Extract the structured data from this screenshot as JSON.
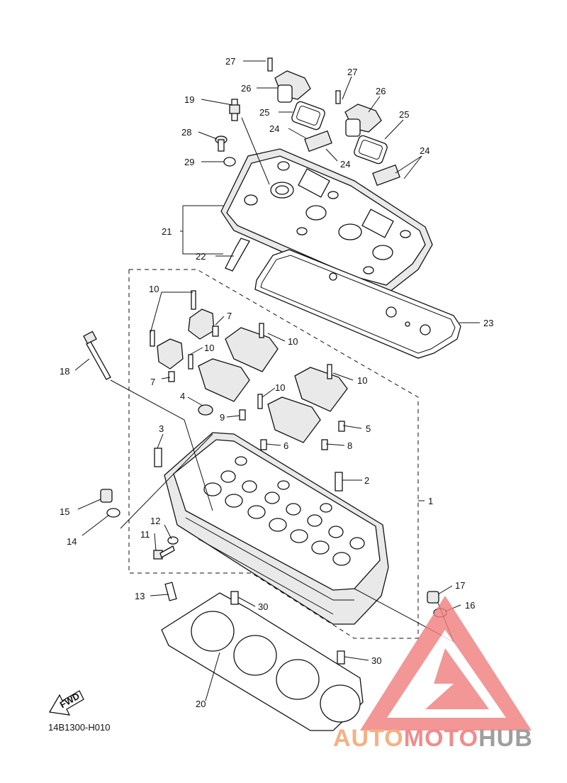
{
  "diagram_code": "14B1300-H010",
  "fwd_label": "FWD",
  "logo": {
    "word_part1": "AUTO",
    "word_part2": "MOTO",
    "word_part3": "HUB",
    "color_part1": "#f4b183",
    "color_part2": "#f08c8c",
    "color_part3": "#9e9e9e",
    "mark_color": "#f07f7f"
  },
  "callouts": [
    "27",
    "26",
    "25",
    "24",
    "27",
    "26",
    "25",
    "24",
    "24",
    "24",
    "19",
    "28",
    "29",
    "21",
    "22",
    "23",
    "10",
    "7",
    "10",
    "10",
    "7",
    "10",
    "10",
    "4",
    "9",
    "5",
    "6",
    "8",
    "3",
    "2",
    "1",
    "18",
    "15",
    "14",
    "12",
    "11",
    "13",
    "30",
    "30",
    "20",
    "17",
    "16"
  ]
}
